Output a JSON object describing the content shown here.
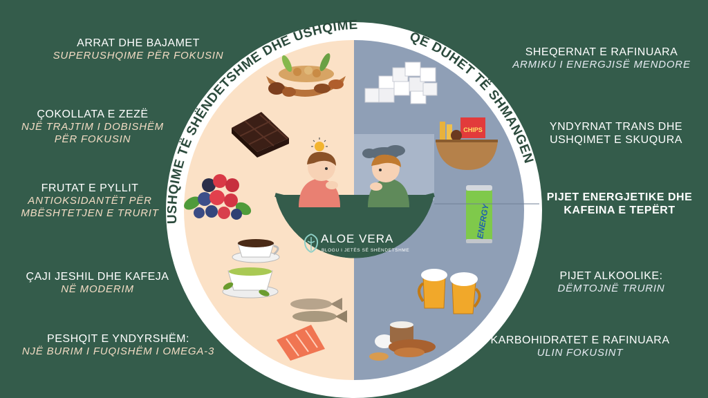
{
  "arc_left_title": "USHQIME TË SHËNDETSHME DHE USHQIME",
  "arc_right_title": "QË DUHET TË SHMANGEN",
  "left_items": [
    {
      "title": "ARRAT DHE BAJAMET",
      "subtitle": "SUPERUSHQIME PËR FOKUSIN"
    },
    {
      "title": "ÇOKOLLATA E ZEZË",
      "subtitle": "NJË TRAJTIM I DOBISHËM PËR FOKUSIN"
    },
    {
      "title": "FRUTAT E PYLLIT",
      "subtitle": "ANTIOKSIDANTËT PËR MBËSHTETJEN E TRURIT"
    },
    {
      "title": "ÇAJI JESHIL DHE KAFEJA",
      "subtitle": "NË MODERIM"
    },
    {
      "title": "PESHQIT E YNDYRSHËM:",
      "subtitle": "NJË BURIM I FUQISHËM I OMEGA-3"
    }
  ],
  "right_items": [
    {
      "title": "SHEQERNAT E RAFINUARA",
      "subtitle": "ARMIKU I ENERGJISË MENDORE"
    },
    {
      "title": "YNDYRNAT TRANS DHE USHQIMET E SKUQURA",
      "subtitle": ""
    },
    {
      "title": "PIJET ENERGJETIKE DHE KAFEINA E TEPËRT",
      "subtitle": ""
    },
    {
      "title": "PIJET ALKOOLIKE:",
      "subtitle": "DËMTOJNË TRURIN"
    },
    {
      "title": "KARBOHIDRATET E RAFINUARA",
      "subtitle": "ULIN FOKUSINT"
    }
  ],
  "logo": {
    "name": "ALOE VERA",
    "tagline": "BLOGU I JETËS SË SHËNDETSHME"
  },
  "chips_label": "CHIPS",
  "energy_label": "ENERGY",
  "colors": {
    "background": "#345c4b",
    "healthy_half": "#fbe1c6",
    "unhealthy_half": "#8f9fb6",
    "ring": "#ffffff"
  },
  "icons": [
    "nuts-icon",
    "chocolate-icon",
    "berries-icon",
    "tea-coffee-icon",
    "fish-icon",
    "sugar-cubes-icon",
    "fried-food-basket-icon",
    "energy-drink-icon",
    "beer-icon",
    "bread-sugar-icon",
    "happy-person-icon",
    "sad-person-icon",
    "aloe-logo-icon"
  ]
}
